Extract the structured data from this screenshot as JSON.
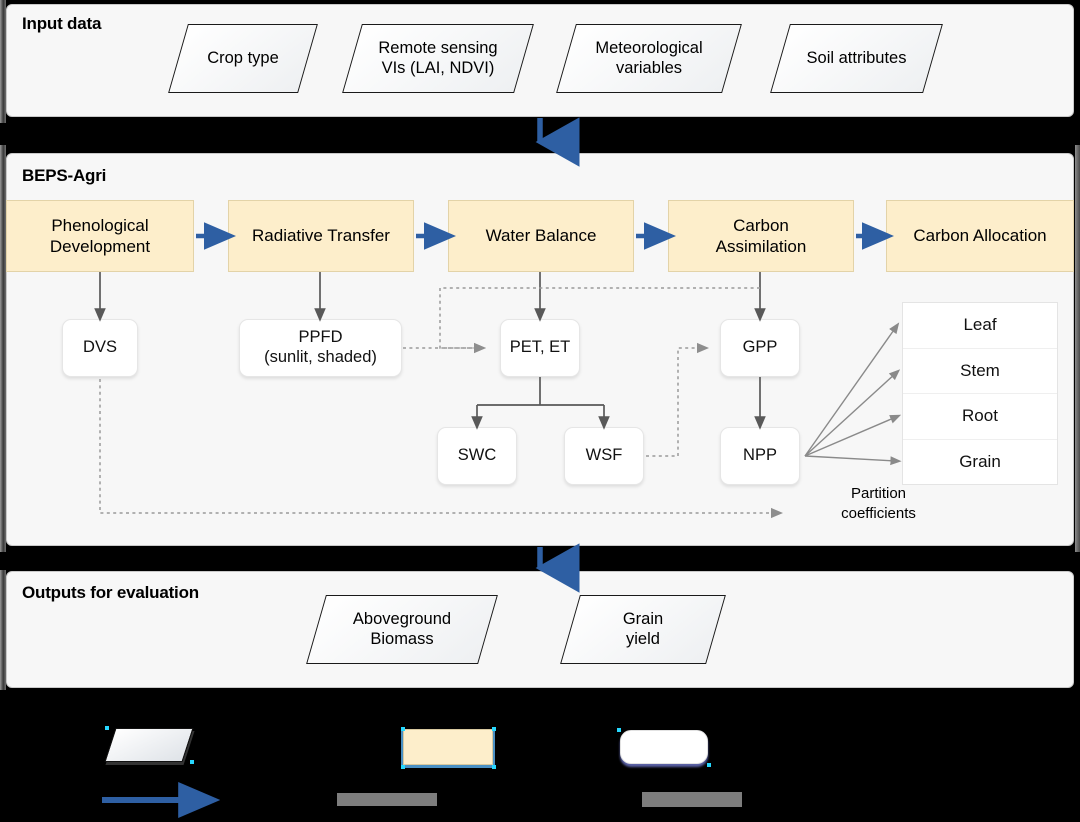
{
  "sections": {
    "input": {
      "title": "Input data"
    },
    "model": {
      "title": "BEPS-Agri"
    },
    "outputs": {
      "title": "Outputs for evaluation"
    }
  },
  "input_items": [
    {
      "label": "Crop type"
    },
    {
      "label": "Remote sensing\nVIs (LAI, NDVI)"
    },
    {
      "label": "Meteorological\nvariables"
    },
    {
      "label": "Soil attributes"
    }
  ],
  "processes": [
    {
      "label": "Phenological\nDevelopment"
    },
    {
      "label": "Radiative Transfer"
    },
    {
      "label": "Water Balance"
    },
    {
      "label": "Carbon\nAssimilation"
    },
    {
      "label": "Carbon Allocation"
    }
  ],
  "variables": [
    {
      "label": "DVS"
    },
    {
      "label": "PPFD\n(sunlit, shaded)"
    },
    {
      "label": "PET, ET"
    },
    {
      "label": "GPP"
    },
    {
      "label": "SWC"
    },
    {
      "label": "WSF"
    },
    {
      "label": "NPP"
    }
  ],
  "partition": {
    "caption": "Partition\ncoefficients",
    "rows": [
      "Leaf",
      "Stem",
      "Root",
      "Grain"
    ]
  },
  "output_items": [
    {
      "label": "Aboveground\nBiomass"
    },
    {
      "label": "Grain\nyield"
    }
  ],
  "colors": {
    "process_fill": "#fdeecb",
    "process_border": "#e3d3a8",
    "panel_fill": "#f7f7f7",
    "panel_border": "#c9c9c9",
    "blue_arrow": "#2e5fa3",
    "solid_arrow": "#595959",
    "dotted_arrow": "#9a9a9a",
    "legend_background": "#000000",
    "legend_bar": "#7d7d7d",
    "selection_handle": "#27d8ff"
  },
  "legend": {
    "items": [
      {
        "icon": "parallelogram-shape",
        "caption": ""
      },
      {
        "icon": "process-box-shape",
        "caption": ""
      },
      {
        "icon": "variable-box-shape",
        "caption": ""
      },
      {
        "icon": "blue-arrow",
        "caption": ""
      },
      {
        "icon": "solid-arrow",
        "caption": ""
      },
      {
        "icon": "dotted-arrow",
        "caption": ""
      }
    ]
  }
}
